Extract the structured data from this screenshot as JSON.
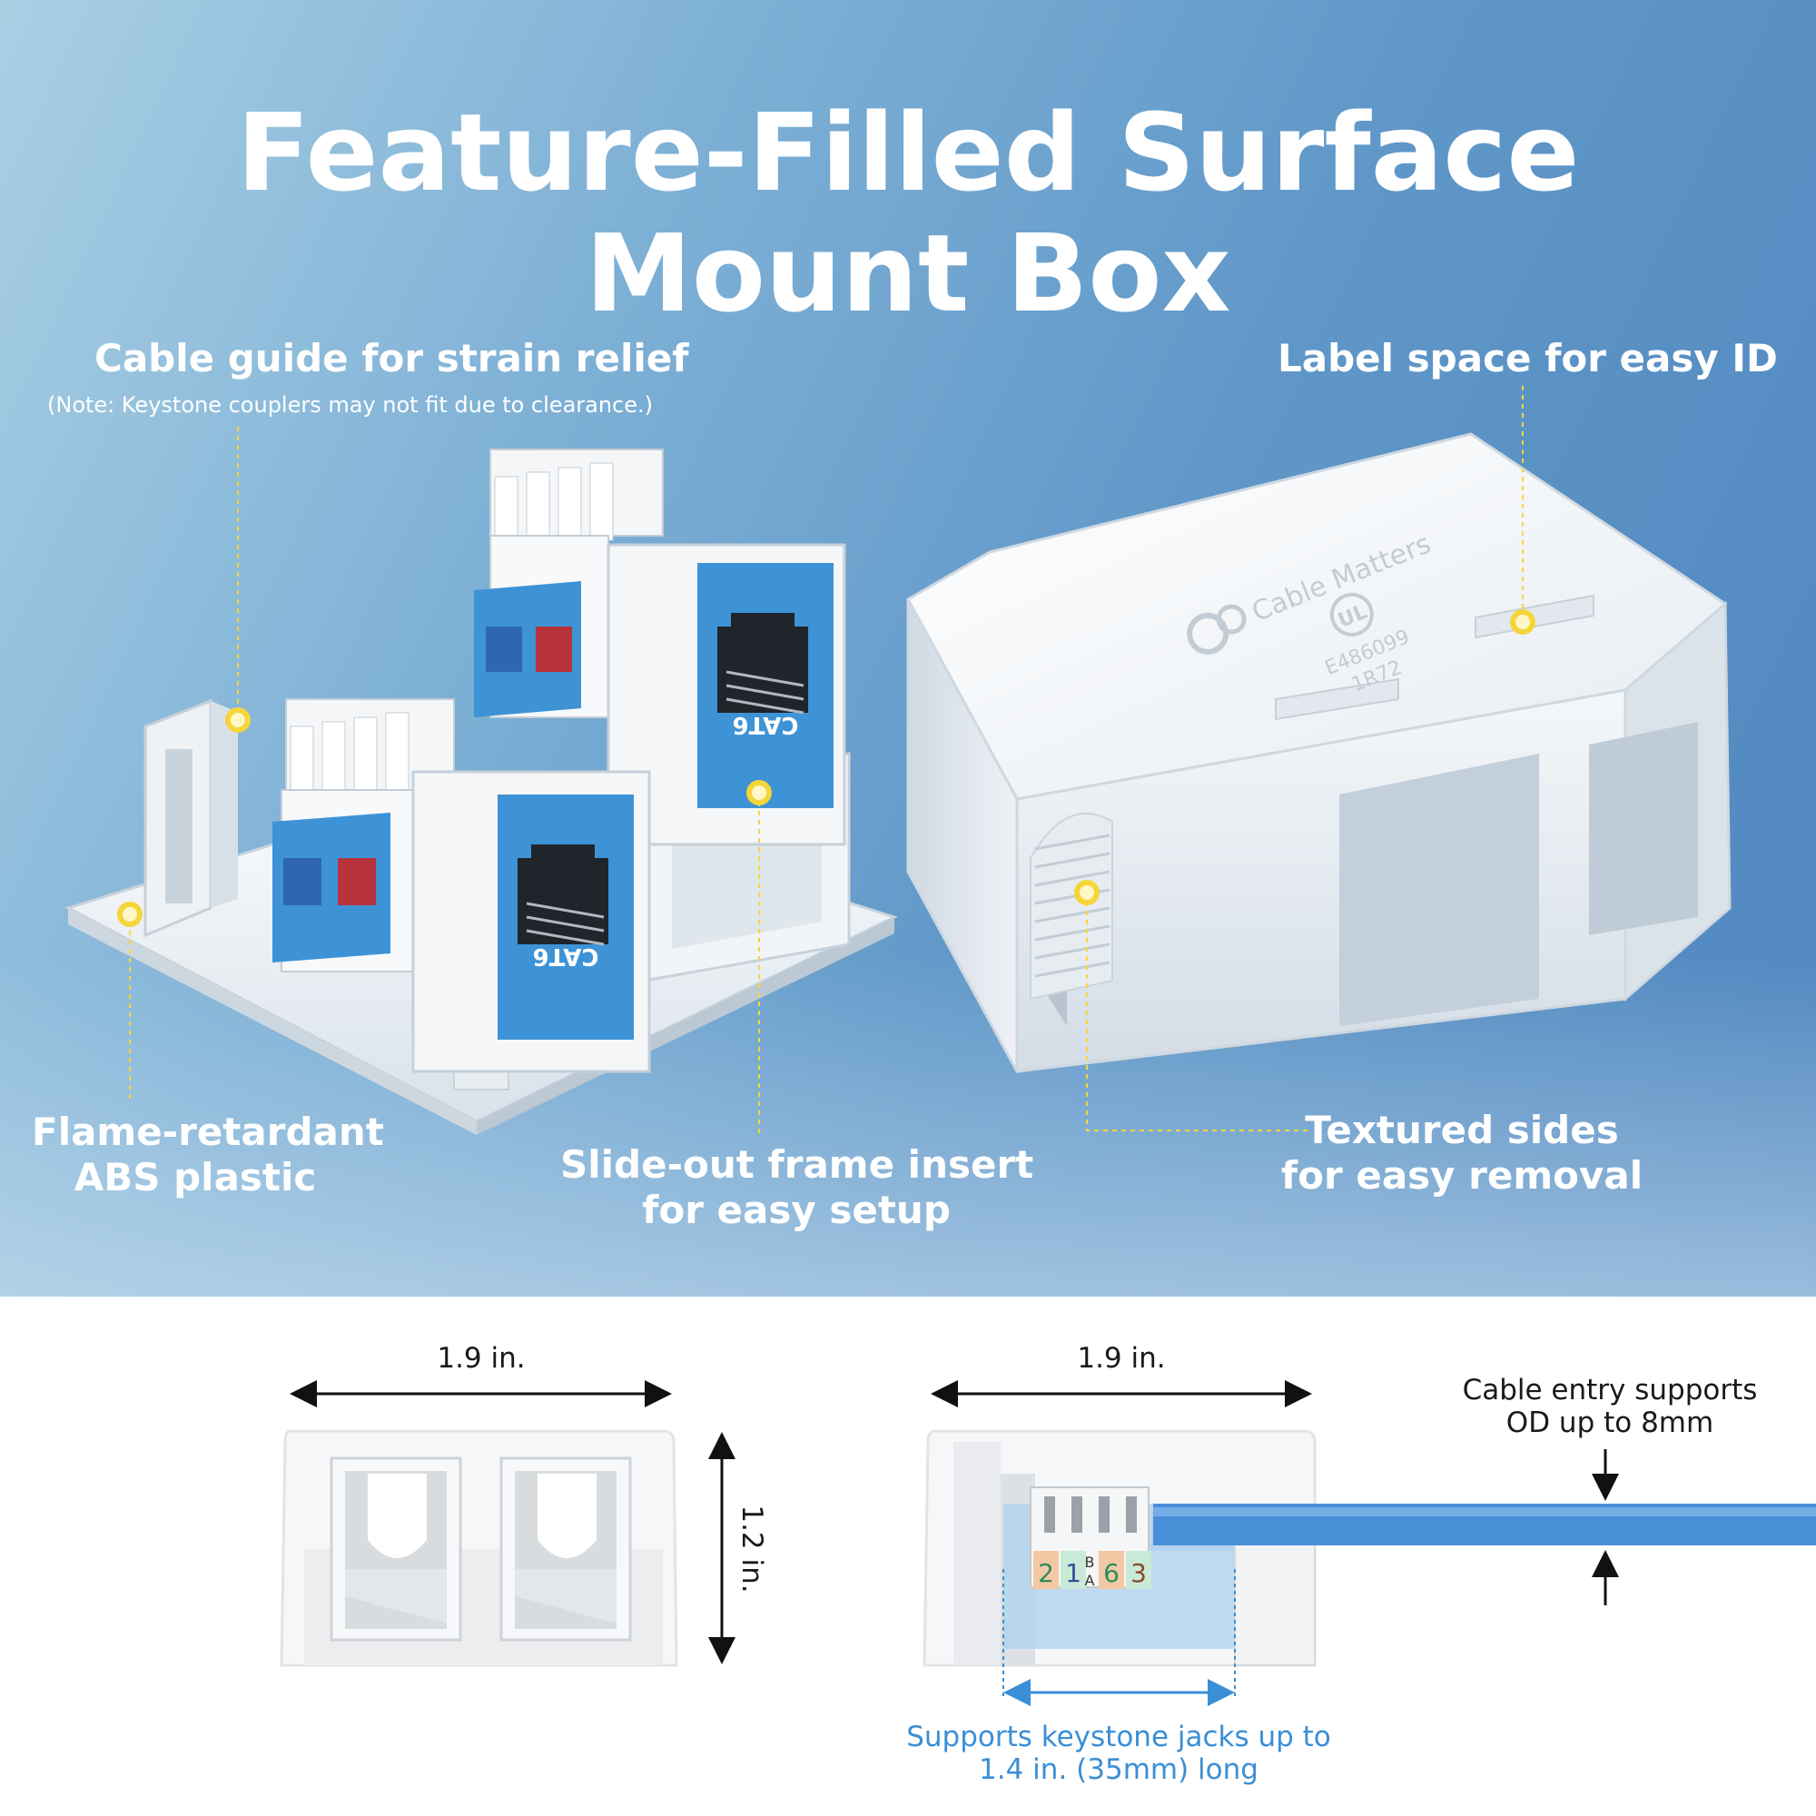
{
  "title": {
    "line1": "Feature-Filled Surface",
    "line2": "Mount Box"
  },
  "callouts": {
    "cable_guide": {
      "label": "Cable guide for strain relief",
      "note": "(Note: Keystone couplers may not fit due to clearance.)"
    },
    "label_space": {
      "label": "Label space for easy ID"
    },
    "flame_retardant": {
      "line1": "Flame-retardant",
      "line2": "ABS plastic"
    },
    "slide_out": {
      "line1": "Slide-out frame insert",
      "line2": "for easy setup"
    },
    "textured_sides": {
      "line1": "Textured sides",
      "line2": "for easy removal"
    }
  },
  "product_markings": {
    "brand": "Cable Matters",
    "cert_mark": "UL",
    "cert_number": "E486099",
    "model_code": "1R72",
    "jack_label": "CAT6"
  },
  "dimensions": {
    "front_width": "1.9 in.",
    "front_height": "1.2 in.",
    "side_width": "1.9 in.",
    "cable_entry_line1": "Cable entry supports",
    "cable_entry_line2": "OD up to 8mm",
    "keystone_line1": "Supports keystone jacks up to",
    "keystone_line2": "1.4 in. (35mm) long"
  },
  "wiring_labels": [
    "2",
    "1",
    "B",
    "A",
    "6",
    "3"
  ],
  "colors": {
    "callout_dot": "#f5d63a",
    "jack_blue": "#3d93d6",
    "cable_blue": "#4a90d9",
    "accent_text_blue": "#3a8fd6"
  }
}
